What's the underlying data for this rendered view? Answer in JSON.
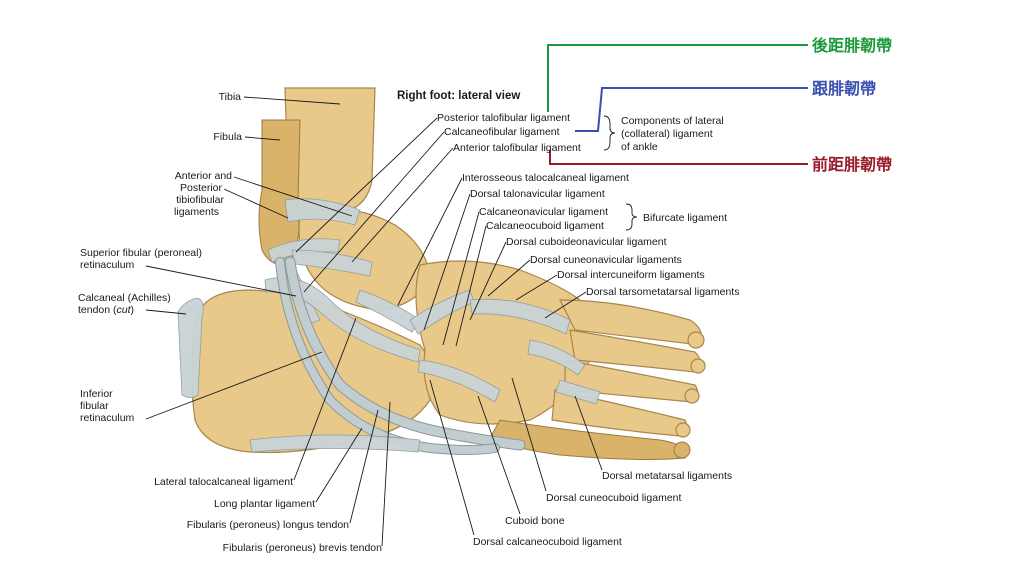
{
  "title": "Right foot: lateral view",
  "cjk_labels": {
    "posterior": {
      "text": "後距腓韌帶",
      "color": "#1a9a3c"
    },
    "calcaneofibular": {
      "text": "跟腓韌帶",
      "color": "#3a4fb0"
    },
    "anterior": {
      "text": "前距腓韌帶",
      "color": "#9a1a2a"
    }
  },
  "left_labels": {
    "tibia": "Tibia",
    "fibula": "Fibula",
    "tibiofib_1": "Anterior and",
    "tibiofib_2": "Posterior",
    "tibiofib_3": "tibiofibular",
    "tibiofib_4": "ligaments",
    "retinac_1": "Superior fibular (peroneal)",
    "retinac_2": "retinaculum",
    "achilles_1": "Calcaneal (Achilles)",
    "achilles_2a": "tendon (",
    "achilles_2b": "cut",
    "achilles_2c": ")",
    "inf_ret_1": "Inferior",
    "inf_ret_2": "fibular",
    "inf_ret_3": "retinaculum"
  },
  "top_labels": {
    "post_talofib": "Posterior talofibular ligament",
    "calcaneofib": "Calcaneofibular ligament",
    "ant_talofib": "Anterior talofibular ligament",
    "components_1": "Components of lateral",
    "components_2": "(collateral) ligament",
    "components_3": "of ankle",
    "interosseous": "Interosseous talocalcaneal ligament",
    "dorsal_talonav": "Dorsal talonavicular ligament",
    "calcaneonav": "Calcaneonavicular ligament",
    "calcaneocub": "Calcaneocuboid ligament",
    "bifurcate": "Bifurcate ligament",
    "cuboideonav": "Dorsal cuboideonavicular ligament",
    "cuneonav": "Dorsal cuneonavicular ligaments",
    "intercuneiform": "Dorsal intercuneiform ligaments",
    "tarsometatarsal": "Dorsal tarsometatarsal ligaments"
  },
  "bottom_labels": {
    "lat_talocalc": "Lateral talocalcaneal ligament",
    "long_plantar": "Long plantar ligament",
    "longus": "Fibularis (peroneus) longus tendon",
    "brevis": "Fibularis (peroneus) brevis tendon",
    "cuboid": "Cuboid bone",
    "dorsal_calcaneocub": "Dorsal calcaneocuboid ligament",
    "dorsal_cuneocub": "Dorsal cuneocuboid ligament",
    "dorsal_metatarsal": "Dorsal metatarsal ligaments"
  },
  "colors": {
    "green": "#1a9a3c",
    "blue": "#3a4fb0",
    "red": "#9a1a2a"
  }
}
